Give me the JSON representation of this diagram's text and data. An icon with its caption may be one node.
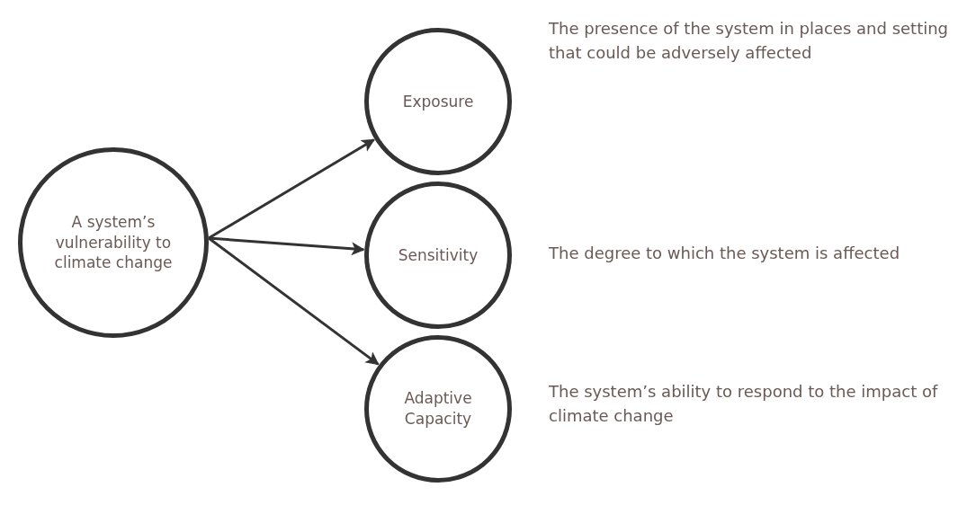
{
  "diagram": {
    "nodes": [
      {
        "text": [
          "A system’s vulnerability to climate change"
        ]
      },
      {
        "text": [
          "Exposure"
        ],
        "beside": [
          "The presence of the system in places and setting that could be adversely affected"
        ]
      },
      {
        "text": [
          "Sensitivity"
        ],
        "beside": [
          "The degree to which the system is affected"
        ]
      },
      {
        "text": [
          "Adaptive Capacity"
        ],
        "beside": [
          "The system’s ability to respond to the impact of climate change"
        ]
      }
    ],
    "edges": [
      {
        "from": 0,
        "to": 1,
        "arrow": "to"
      },
      {
        "from": 0,
        "to": 2,
        "arrow": "to"
      },
      {
        "from": 0,
        "to": 3,
        "arrow": "to"
      }
    ]
  }
}
